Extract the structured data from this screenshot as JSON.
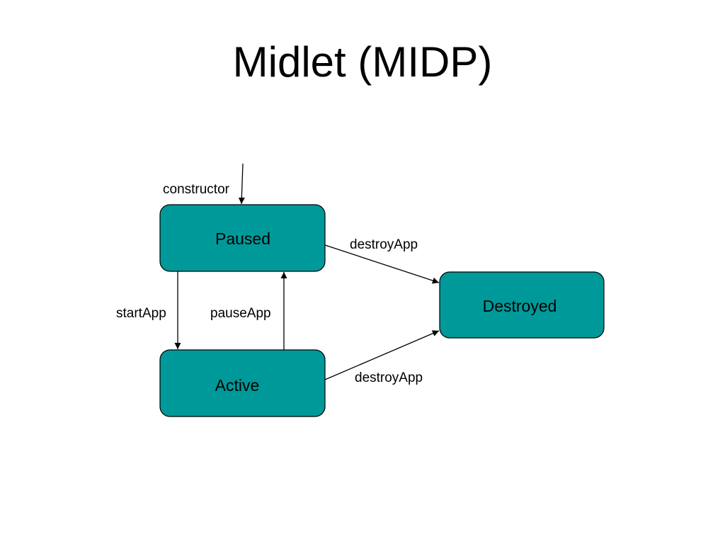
{
  "slide": {
    "title": "Midlet (MIDP)"
  },
  "diagram": {
    "colors": {
      "state_fill": "#009999",
      "state_stroke": "#000000",
      "edge_stroke": "#000000"
    },
    "states": {
      "paused": "Paused",
      "active": "Active",
      "destroyed": "Destroyed"
    },
    "transitions": {
      "constructor": "constructor",
      "start_app": "startApp",
      "pause_app": "pauseApp",
      "destroy_from_paused": "destroyApp",
      "destroy_from_active": "destroyApp"
    }
  }
}
